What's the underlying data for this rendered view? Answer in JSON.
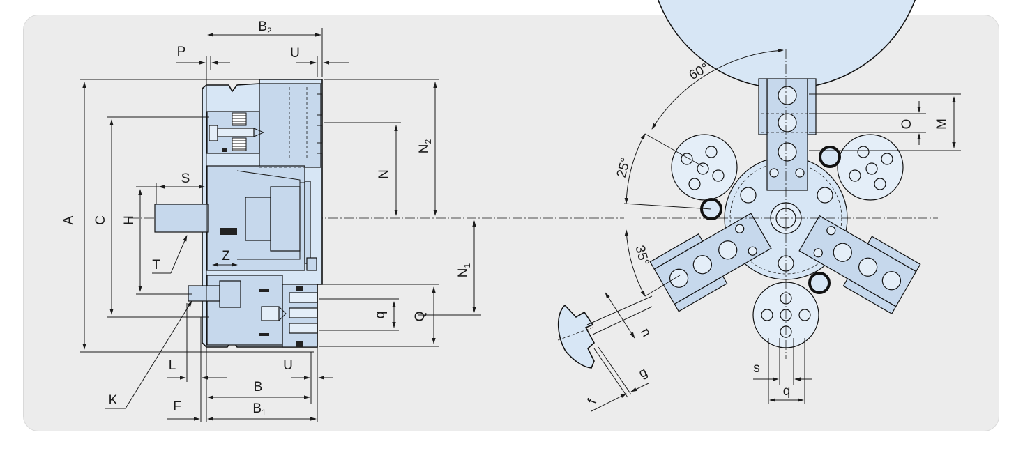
{
  "side_view": {
    "labels": {
      "A": "A",
      "B": "B",
      "B1": "B",
      "B1_sub": "1",
      "B2": "B",
      "B2_sub": "2",
      "C": "C",
      "F": "F",
      "H": "H",
      "K": "K",
      "L": "L",
      "N": "N",
      "N1": "N",
      "N1_sub": "1",
      "N2": "N",
      "N2_sub": "2",
      "P": "P",
      "Q": "Q",
      "q": "q",
      "S": "S",
      "T": "T",
      "U_top": "U",
      "U_bottom": "U",
      "Z": "Z"
    }
  },
  "front_view": {
    "angles": {
      "a60": "60°",
      "a25": "25°",
      "a35": "35°"
    },
    "labels": {
      "M": "M",
      "O": "O",
      "s": "s",
      "q": "q"
    }
  },
  "jaw_detail": {
    "labels": {
      "n": "n",
      "g": "g",
      "f": "f"
    }
  },
  "colors": {
    "fill": "#d7e6f5",
    "panel": "#ececec",
    "line": "#1a1a1a"
  }
}
